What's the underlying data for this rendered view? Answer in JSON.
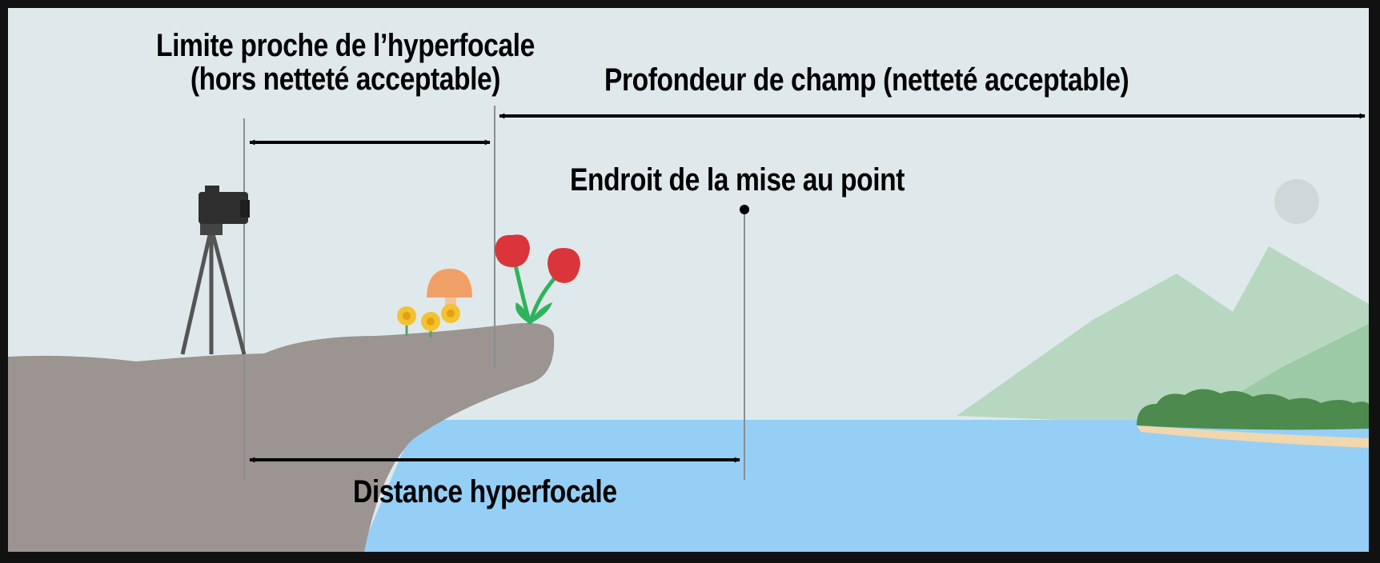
{
  "labels": {
    "near_limit_line1": "Limite proche de l’hyperfocale",
    "near_limit_line2": "(hors netteté acceptable)",
    "depth_of_field": "Profondeur de champ (netteté acceptable)",
    "focus_point": "Endroit de la mise au point",
    "hyperfocal_distance": "Distance hyperfocale"
  },
  "colors": {
    "frame": "#111111",
    "sky": "#dfe9ec",
    "cliff": "#9b9490",
    "water": "#95cff6",
    "mountain": "#b4d5bc",
    "trees": "#4d8a4e",
    "flower_red": "#d9353a",
    "mushroom": "#f0a066",
    "small_flowers": "#f2c230",
    "camera": "#2f2f2f"
  }
}
